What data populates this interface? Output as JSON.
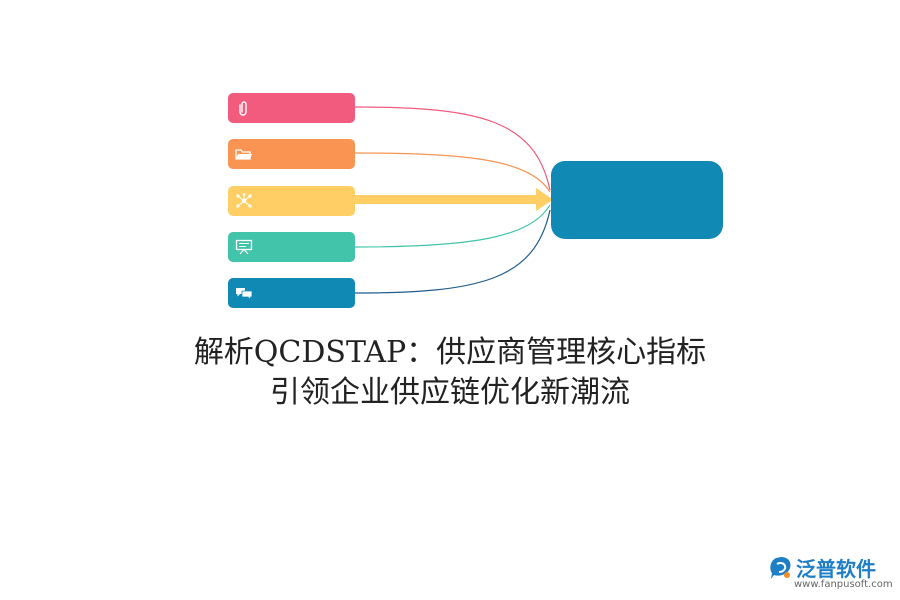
{
  "diagram": {
    "colors": {
      "pill_1": "#f25b7e",
      "pill_2": "#f99452",
      "pill_3": "#ffcf65",
      "pill_4": "#41c4a9",
      "pill_5": "#108ab4",
      "hub": "#108ab4"
    },
    "icons": [
      "paperclip-icon",
      "folder-icon",
      "network-icon",
      "presentation-icon",
      "chat-icon"
    ]
  },
  "title": {
    "line1": "解析QCDSTAP：供应商管理核心指标",
    "line2": "引领企业供应链优化新潮流"
  },
  "logo": {
    "name": "泛普软件",
    "url": "www.fanpusoft.com"
  }
}
